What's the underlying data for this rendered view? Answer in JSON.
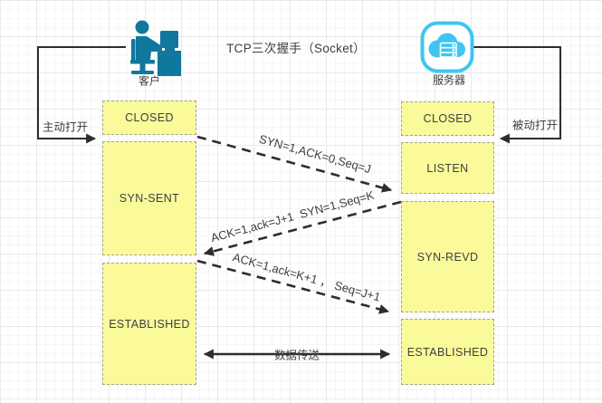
{
  "title": "TCP三次握手（Socket）",
  "actors": {
    "client": {
      "label": "客户"
    },
    "server": {
      "label": "服务器"
    }
  },
  "client_states": [
    {
      "label": "CLOSED"
    },
    {
      "label": "SYN-SENT"
    },
    {
      "label": "ESTABLISHED"
    }
  ],
  "server_states": [
    {
      "label": "CLOSED"
    },
    {
      "label": "LISTEN"
    },
    {
      "label": "SYN-REVD"
    },
    {
      "label": "ESTABLISHED"
    }
  ],
  "connectors": {
    "active_open": "主动打开",
    "passive_open": "被动打开",
    "data_transfer": "数据传送"
  },
  "messages": [
    {
      "label": "SYN=1,ACK=0,Seq=J",
      "direction": "client→server"
    },
    {
      "label": "ACK=1,ack=J+1  SYN=1,Seq=K",
      "direction": "server→client"
    },
    {
      "label": "ACK=1,ack=K+1 ， Seq=J+1",
      "direction": "client→server"
    }
  ],
  "colors": {
    "client-icon": "#10779e",
    "server-icon": "#3ec6f0",
    "state-fill": "#fafa9b",
    "state-border": "#a2a294",
    "line": "#2d2d2d",
    "text": "#3e3e3e"
  }
}
